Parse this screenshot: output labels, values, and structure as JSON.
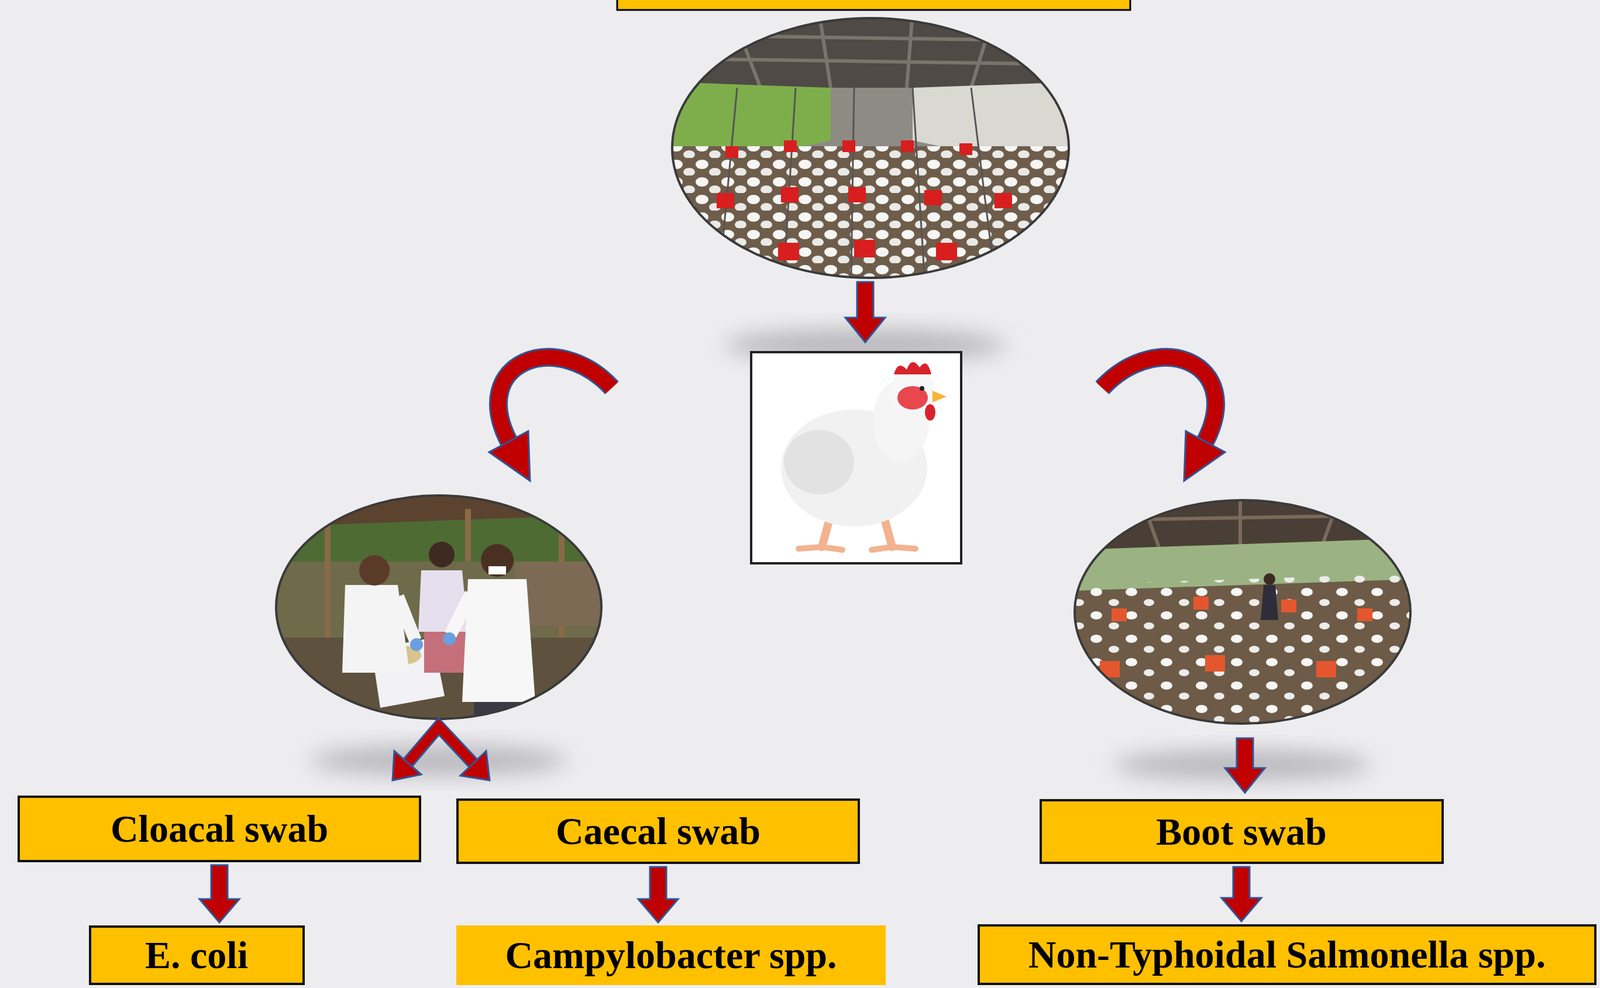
{
  "diagram": {
    "nodes": [
      {
        "text": [
          "Cloacal swab"
        ]
      },
      {
        "text": [
          "Caecal swab"
        ]
      },
      {
        "text": [
          "Boot swab"
        ]
      },
      {
        "text": [
          "E. coli"
        ]
      },
      {
        "text": [
          "Campylobacter spp."
        ]
      },
      {
        "text": [
          "Non-Typhoidal Salmonella spp."
        ]
      }
    ],
    "edges": [
      {
        "from": 0,
        "to": 3,
        "arrow": "to"
      },
      {
        "from": 1,
        "to": 4,
        "arrow": "to"
      },
      {
        "from": 2,
        "to": 5,
        "arrow": "to"
      }
    ]
  }
}
